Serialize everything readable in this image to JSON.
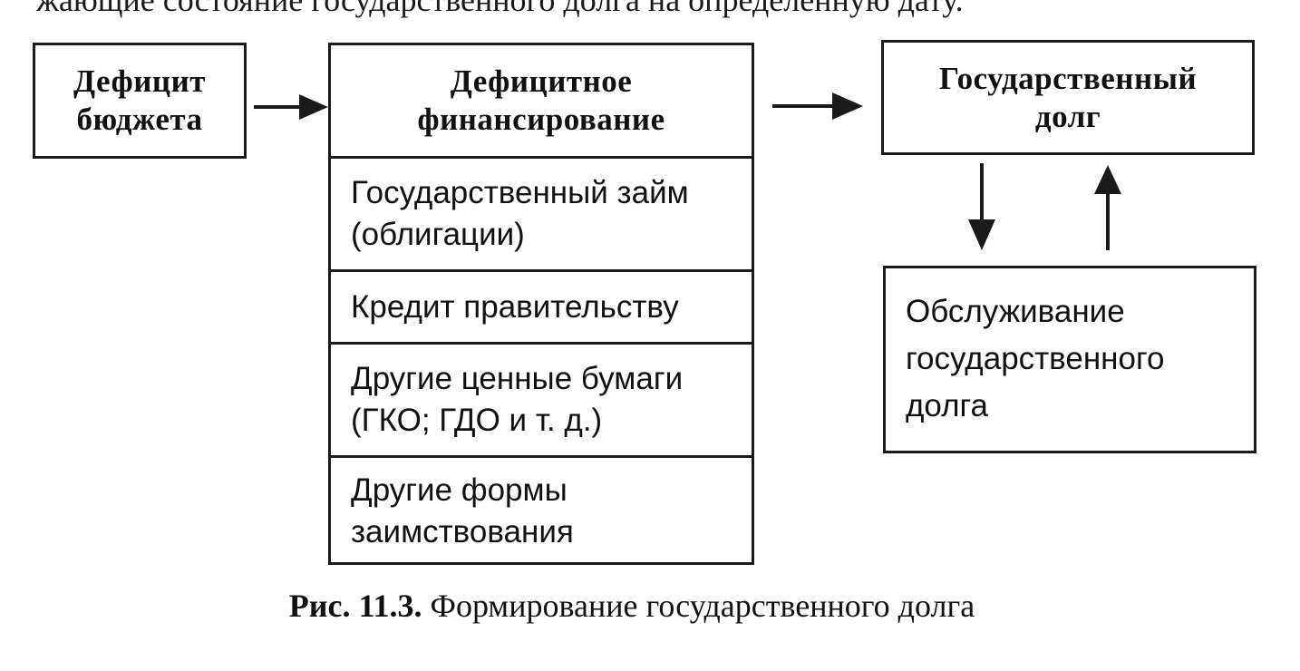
{
  "top_text": "жающие состояние государственного долга на определенную дату.",
  "deficit_box": {
    "line1": "Дефицит",
    "line2": "бюджета"
  },
  "financing_box": {
    "title_line1": "Дефицитное",
    "title_line2": "финансирование",
    "rows": [
      {
        "line1": "Государственный займ",
        "line2": "(облигации)"
      },
      {
        "line1": "Кредит правительству",
        "line2": ""
      },
      {
        "line1": "Другие ценные бумаги",
        "line2": "(ГКО; ГДО и т. д.)"
      },
      {
        "line1": "Другие формы",
        "line2": "заимствования"
      }
    ]
  },
  "debt_box": {
    "line1": "Государственный",
    "line2": "долг"
  },
  "service_box": {
    "line1": "Обслуживание",
    "line2": "государственного",
    "line3": "долга"
  },
  "caption": {
    "label": "Рис. 11.3.",
    "text": " Формирование государственного долга"
  },
  "colors": {
    "ink": "#1a1a1a",
    "paper": "#ffffff"
  }
}
